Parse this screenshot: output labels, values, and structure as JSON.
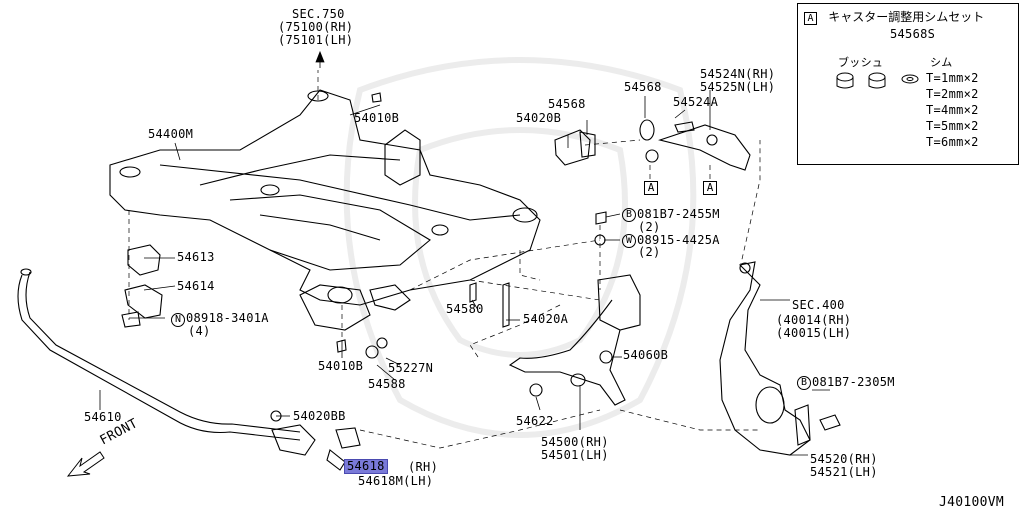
{
  "labels": {
    "sec750": "SEC.750",
    "sec750_rh": "(75100(RH)",
    "sec750_lh": "(75101(LH)",
    "p54010B_a": "54010B",
    "p54400M": "54400M",
    "p54613": "54613",
    "p54614": "54614",
    "n08918": "08918-3401A",
    "n08918_qty": "(4)",
    "p54010B_b": "54010B",
    "p55227N": "55227N",
    "p54588": "54588",
    "p54580": "54580",
    "p54020A": "54020A",
    "p54610": "54610",
    "p54020BB": "54020BB",
    "p54618": "54618",
    "p54618_rh": "(RH)",
    "p54618M": "54618M(LH)",
    "front": "FRONT",
    "p54568_a": "54568",
    "p54020B": "54020B",
    "p54568_b": "54568",
    "p54524A": "54524A",
    "p54524N": "54524N(RH)",
    "p54525N": "54525N(LH)",
    "b081B7_2455M": "081B7-2455M",
    "b081B7_2455M_qty": "(2)",
    "w08915": "08915-4425A",
    "w08915_qty": "(2)",
    "p54060B": "54060B",
    "p54622": "54622",
    "p54500": "54500(RH)",
    "p54501": "54501(LH)",
    "sec400": "SEC.400",
    "sec400_rh": "(40014(RH)",
    "sec400_lh": "(40015(LH)",
    "b081B7_2305M": "081B7-2305M",
    "p54520": "54520(RH)",
    "p54521": "54521(LH)",
    "diagram_code": "J40100VM",
    "mark_a": "A",
    "mark_b": "B",
    "mark_n": "N",
    "mark_w": "W"
  },
  "legend": {
    "title": "キャスター調整用シムセット",
    "part": "54568S",
    "bush_label": "ブッシュ",
    "shim_label": "シム",
    "shims": [
      "T=1mm×2",
      "T=2mm×2",
      "T=4mm×2",
      "T=5mm×2",
      "T=6mm×2"
    ]
  },
  "colors": {
    "highlight": "#7a7ad8",
    "line": "#000000"
  }
}
